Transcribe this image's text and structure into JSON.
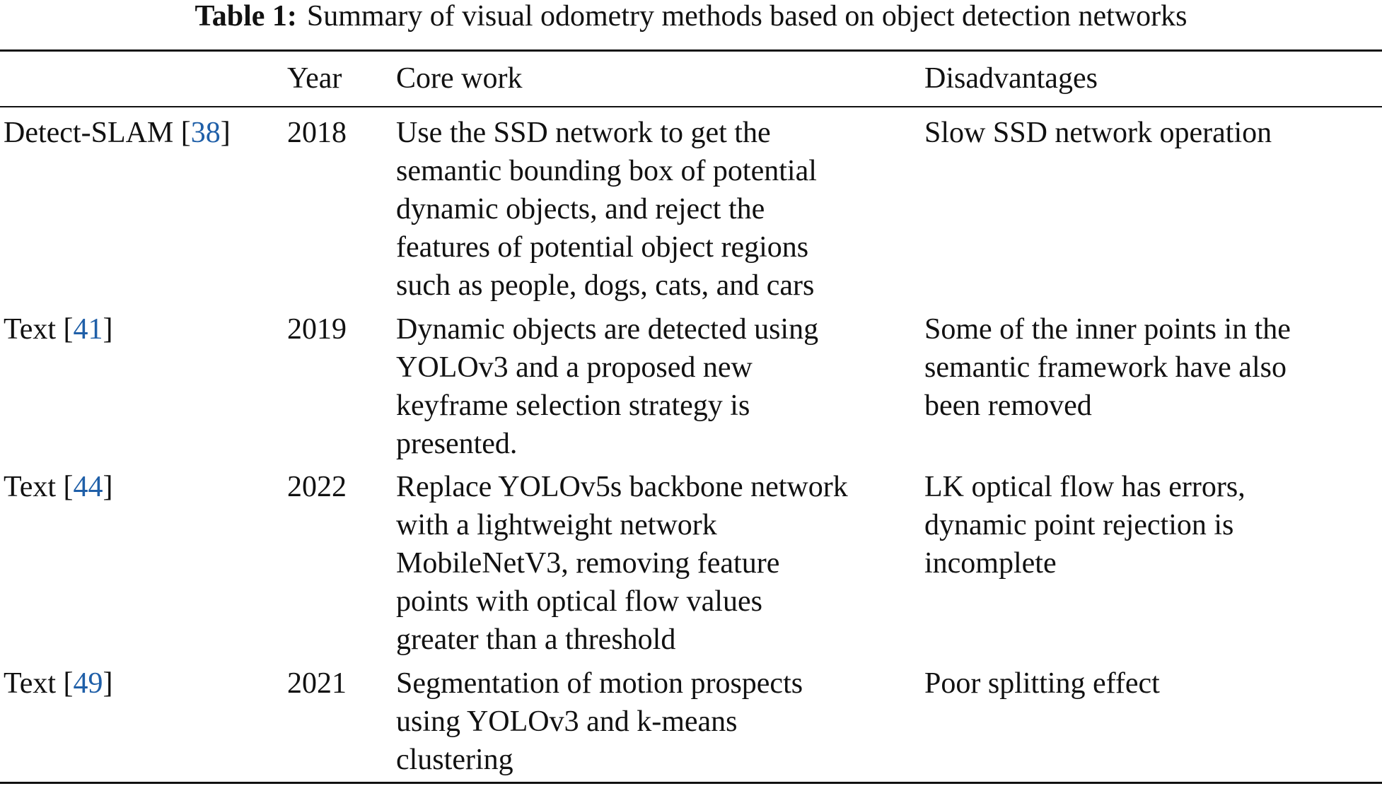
{
  "caption": {
    "label": "Table 1:",
    "text": "Summary of visual odometry methods based on object detection networks"
  },
  "headers": {
    "method": "",
    "year": "Year",
    "core": "Core work",
    "disadvantages": "Disadvantages"
  },
  "rows": [
    {
      "method": {
        "name": "Detect-SLAM",
        "ref": "38"
      },
      "year": "2018",
      "core": [
        "Use the SSD network to get the",
        "semantic bounding box of potential",
        "dynamic objects, and reject the",
        "features of potential object regions",
        "such as people, dogs, cats, and cars"
      ],
      "disadvantages": [
        "Slow SSD network operation"
      ]
    },
    {
      "method": {
        "name": "Text",
        "ref": "41"
      },
      "year": "2019",
      "core": [
        "Dynamic objects are detected using",
        "YOLOv3 and a proposed new",
        "keyframe selection strategy is",
        "presented."
      ],
      "disadvantages": [
        "Some of the inner points in the",
        "semantic framework have also",
        "been removed"
      ]
    },
    {
      "method": {
        "name": "Text",
        "ref": "44"
      },
      "year": "2022",
      "core": [
        "Replace YOLOv5s backbone network",
        "with a lightweight network",
        "MobileNetV3, removing feature",
        "points with optical flow values",
        "greater than a threshold"
      ],
      "disadvantages": [
        "LK optical flow has errors,",
        "dynamic point rejection is",
        "incomplete"
      ]
    },
    {
      "method": {
        "name": "Text",
        "ref": "49"
      },
      "year": "2021",
      "core": [
        "Segmentation of motion prospects",
        "using YOLOv3 and k-means",
        "clustering"
      ],
      "disadvantages": [
        "Poor splitting effect"
      ]
    }
  ]
}
